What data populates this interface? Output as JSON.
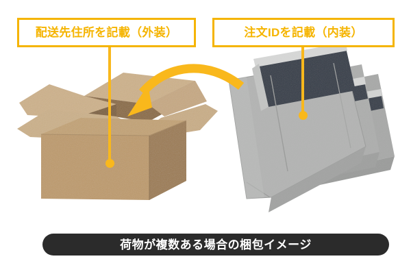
{
  "callouts": [
    {
      "id": "shipping-address",
      "label": "配送先住所を記載（外装）",
      "target": "cardboard-box",
      "border_color": "#f5b400",
      "text_color": "#f5b400"
    },
    {
      "id": "order-id",
      "label": "注文IDを記載（内装）",
      "target": "envelope-stack",
      "border_color": "#f5b400",
      "text_color": "#f5b400"
    }
  ],
  "caption": {
    "text": "荷物が複数ある場合の梱包イメージ",
    "background_color": "#2b2b2b",
    "text_color": "#ffffff"
  },
  "illustration": {
    "arrow": {
      "name": "curved-arrow",
      "direction": "right-to-left-into-box",
      "color": "#f9b81c"
    },
    "cardboard_box": {
      "name": "open-cardboard-box",
      "front_color": "#bd9a6b",
      "side_color": "#9c7b52",
      "flap_color": "#cdb18a",
      "interior_color": "#8a6a41"
    },
    "envelope_stack": {
      "name": "gray-envelope-stack",
      "count": 3,
      "body_color": "#b3b4b3",
      "opening_color": "#343c48",
      "edge_color": "#8e908e"
    },
    "leader_color": "#f9b81c"
  }
}
